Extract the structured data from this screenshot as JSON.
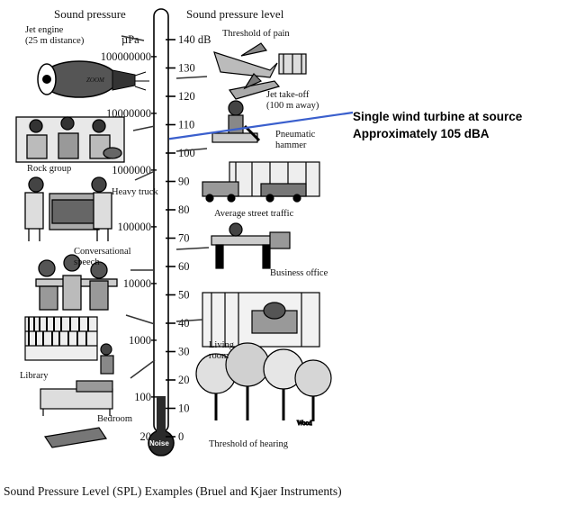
{
  "headers": {
    "sound_pressure": "Sound pressure",
    "sound_pressure_level": "Sound pressure level"
  },
  "units": {
    "pa_unit": "µPa"
  },
  "scale": {
    "db_ticks": [
      {
        "db": 140,
        "label": "140 dB"
      },
      {
        "db": 130,
        "label": "130"
      },
      {
        "db": 120,
        "label": "120"
      },
      {
        "db": 110,
        "label": "110"
      },
      {
        "db": 100,
        "label": "100"
      },
      {
        "db": 90,
        "label": "90"
      },
      {
        "db": 80,
        "label": "80"
      },
      {
        "db": 70,
        "label": "70"
      },
      {
        "db": 60,
        "label": "60"
      },
      {
        "db": 50,
        "label": "50"
      },
      {
        "db": 40,
        "label": "40"
      },
      {
        "db": 30,
        "label": "30"
      },
      {
        "db": 20,
        "label": "20"
      },
      {
        "db": 10,
        "label": "10"
      },
      {
        "db": 0,
        "label": "0"
      }
    ],
    "pressure_labels": [
      {
        "db": 134,
        "label": "100000000"
      },
      {
        "db": 114,
        "label": "10000000"
      },
      {
        "db": 94,
        "label": "1000000"
      },
      {
        "db": 74,
        "label": "100000"
      },
      {
        "db": 54,
        "label": "10000"
      },
      {
        "db": 34,
        "label": "1000"
      },
      {
        "db": 14,
        "label": "100"
      },
      {
        "db": 0,
        "label": "20"
      }
    ]
  },
  "examples_left": [
    {
      "id": "jet-engine",
      "lines": [
        "Jet engine",
        "(25 m distance)"
      ],
      "db": 140
    },
    {
      "id": "rock-group",
      "lines": [
        "Rock group"
      ],
      "db": 110
    },
    {
      "id": "heavy-truck",
      "lines": [
        "Heavy truck"
      ],
      "db": 90
    },
    {
      "id": "conversational-speech",
      "lines": [
        "Conversational",
        "speech"
      ],
      "db": 60
    },
    {
      "id": "library",
      "lines": [
        "Library"
      ],
      "db": 40
    },
    {
      "id": "bedroom",
      "lines": [
        "Bedroom"
      ],
      "db": 25
    }
  ],
  "examples_right": [
    {
      "id": "threshold-of-pain",
      "lines": [
        "Threshold of pain"
      ],
      "db": 140
    },
    {
      "id": "jet-take-off",
      "lines": [
        "Jet take-off",
        "(100 m away)"
      ],
      "db": 120
    },
    {
      "id": "pneumatic-hammer",
      "lines": [
        "Pneumatic",
        "hammer"
      ],
      "db": 100
    },
    {
      "id": "average-street-traffic",
      "lines": [
        "Average street traffic"
      ],
      "db": 80
    },
    {
      "id": "business-office",
      "lines": [
        "Business office"
      ],
      "db": 60
    },
    {
      "id": "living-room",
      "lines": [
        "Living",
        "room"
      ],
      "db": 40
    },
    {
      "id": "threshold-of-hearing",
      "lines": [
        "Threshold of hearing"
      ],
      "db": 0
    }
  ],
  "annotation": {
    "line1": "Single wind turbine at source",
    "line2": "Approximately 105 dBA",
    "db": 105,
    "color": "#3a5fcd"
  },
  "logo_text": "Noise",
  "illustration_small_text": "Wood",
  "caption": "Sound Pressure Level (SPL) Examples (Bruel and Kjaer Instruments)"
}
